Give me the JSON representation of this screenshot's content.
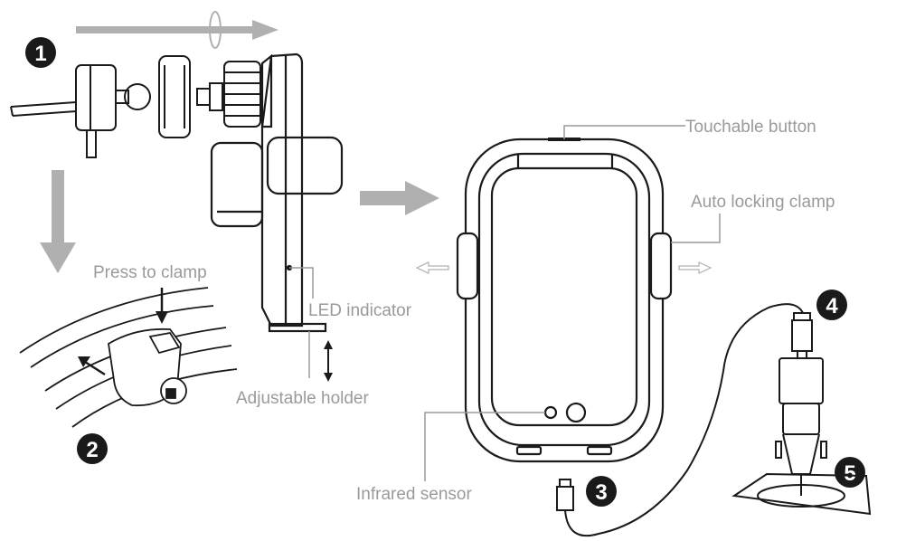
{
  "labels": {
    "touchable_button": "Touchable button",
    "auto_locking_clamp": "Auto locking clamp",
    "press_to_clamp": "Press to clamp",
    "led_indicator": "LED indicator",
    "adjustable_holder": "Adjustable holder",
    "infrared_sensor": "Infrared sensor"
  },
  "steps": [
    "1",
    "2",
    "3",
    "4",
    "5"
  ],
  "colors": {
    "line": "#1a1a1a",
    "label": "#9a9a9a",
    "arrow": "#b0b0b0",
    "badge": "#1a1a1a"
  }
}
